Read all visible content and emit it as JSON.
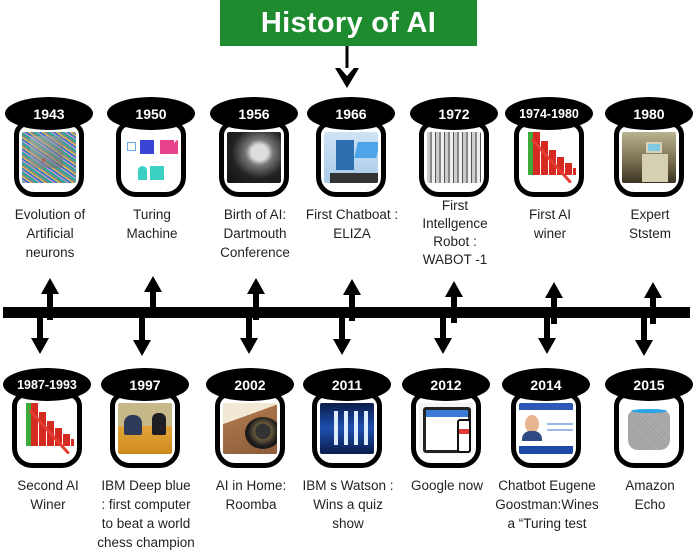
{
  "title": "History of AI",
  "colors": {
    "title_banner": "#1f8b2f",
    "title_text": "#ffffff",
    "oval_fill": "#000000",
    "oval_text": "#ffffff",
    "timeline": "#000000",
    "caption_text": "#231f20"
  },
  "top_row": [
    {
      "year": "1943",
      "caption_lines": [
        "Evolution of",
        "Artificial",
        "neurons"
      ],
      "image": "neuron-network-cube"
    },
    {
      "year": "1950",
      "caption_lines": [
        "Turing",
        "Machine"
      ],
      "image": "turing-test-diagram"
    },
    {
      "year": "1956",
      "caption_lines": [
        "Birth of AI:",
        "Dartmouth",
        "Conference"
      ],
      "image": "dartmouth-portrait"
    },
    {
      "year": "1966",
      "caption_lines": [
        "First Chatboat :",
        "ELIZA"
      ],
      "image": "eliza-robot"
    },
    {
      "year": "1972",
      "caption_lines": [
        "First",
        "Intellgence",
        "Robot :",
        "WABOT -1"
      ],
      "image": "wabot-robot"
    },
    {
      "year": "1974-1980",
      "caption_lines": [
        "First AI",
        "winer"
      ],
      "image": "declining-bar-chart"
    },
    {
      "year": "1980",
      "caption_lines": [
        "Expert",
        "Ststem"
      ],
      "image": "expert-system-terminal"
    }
  ],
  "bottom_row": [
    {
      "year": "1987-1993",
      "caption_lines": [
        "Second AI",
        "Winer"
      ],
      "image": "declining-bar-chart"
    },
    {
      "year": "1997",
      "caption_lines": [
        "IBM Deep blue",
        ": first computer",
        "to beat a world",
        "chess champion"
      ],
      "image": "chess-match"
    },
    {
      "year": "2002",
      "caption_lines": [
        "AI in Home:",
        "Roomba"
      ],
      "image": "roomba-vacuum"
    },
    {
      "year": "2011",
      "caption_lines": [
        "IBM s Watson :",
        "Wins a quiz",
        "show"
      ],
      "image": "watson-servers"
    },
    {
      "year": "2012",
      "caption_lines": [
        "Google now"
      ],
      "image": "tablet-and-phone"
    },
    {
      "year": "2014",
      "caption_lines": [
        "Chatbot Eugene",
        "Goostman:Wines",
        "a “Turing test"
      ],
      "image": "eugene-chat-window"
    },
    {
      "year": "2015",
      "caption_lines": [
        "Amazon",
        "Echo"
      ],
      "image": "echo-speaker"
    }
  ]
}
